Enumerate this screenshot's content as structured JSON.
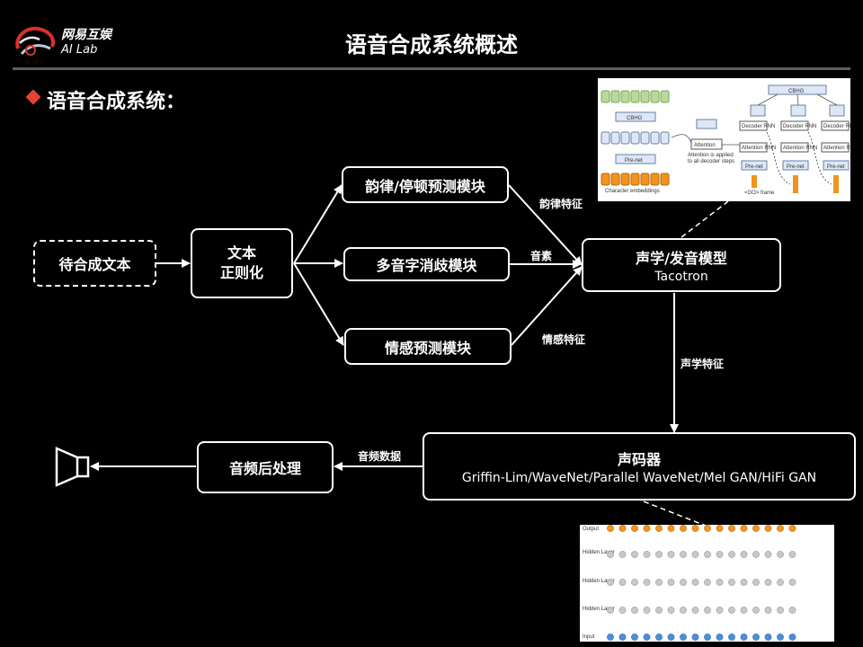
{
  "logo": {
    "brand": "网易互娱",
    "sub": "AI Lab"
  },
  "page_title": "语音合成系统概述",
  "section_title": "语音合成系统：",
  "nodes": {
    "input_text": "待合成文本",
    "normalize_l1": "文本",
    "normalize_l2": "正则化",
    "prosody": "韵律/停顿预测模块",
    "polyphone": "多音字消歧模块",
    "emotion": "情感预测模块",
    "acoustic_title": "声学/发音模型",
    "acoustic_sub": "Tacotron",
    "vocoder_title": "声码器",
    "vocoder_sub": "Griffin-Lim/WaveNet/Parallel WaveNet/Mel GAN/HiFi GAN",
    "postproc": "音频后处理"
  },
  "edge_labels": {
    "prosody_feat": "韵律特征",
    "phoneme": "音素",
    "emotion_feat": "情感特征",
    "acoustic_feat": "声学特征",
    "audio_data": "音频数据"
  },
  "tacotron_figure": {
    "cbhg_top": "CBHG",
    "cbhg_enc": "CBHG",
    "prenet": "Pre-net",
    "attention": "Attention",
    "attention_note_1": "Attention is applied",
    "attention_note_2": "to all decoder steps",
    "char_emb": "Character embeddings",
    "decoder_rnn": "Decoder RNN",
    "attention_rnn": "Attention RNN",
    "go_frame": "<GO> frame"
  },
  "wavenet_figure": {
    "layers": [
      "Output",
      "Hidden Layer",
      "Hidden Layer",
      "Hidden Layer",
      "Input"
    ]
  },
  "colors": {
    "accent": "#e8413a",
    "orange": "#f0941f",
    "blue": "#4a90d9",
    "green": "#b8d99a"
  }
}
